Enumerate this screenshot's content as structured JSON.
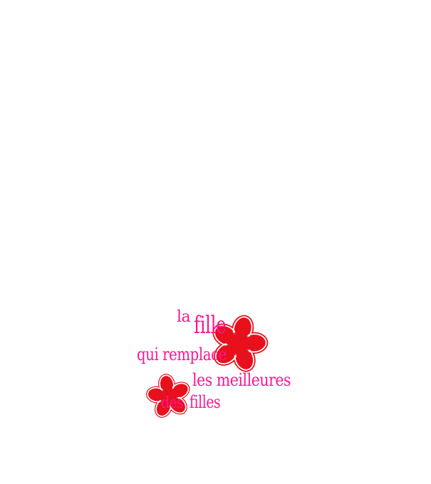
{
  "logo": {
    "word_la": "la",
    "word_fille": "fille",
    "line2": "qui remplace",
    "line3": "les meilleures",
    "word_des": "des",
    "word_filles": "filles"
  },
  "colors": {
    "text": "#ff1493",
    "flower_fill": "#e8101c",
    "flower_outline": "#ffffff",
    "flower_edge": "#e8101c",
    "background": "#ffffff"
  },
  "icons": {
    "large_flower": "flower-icon",
    "small_flower": "flower-icon"
  }
}
